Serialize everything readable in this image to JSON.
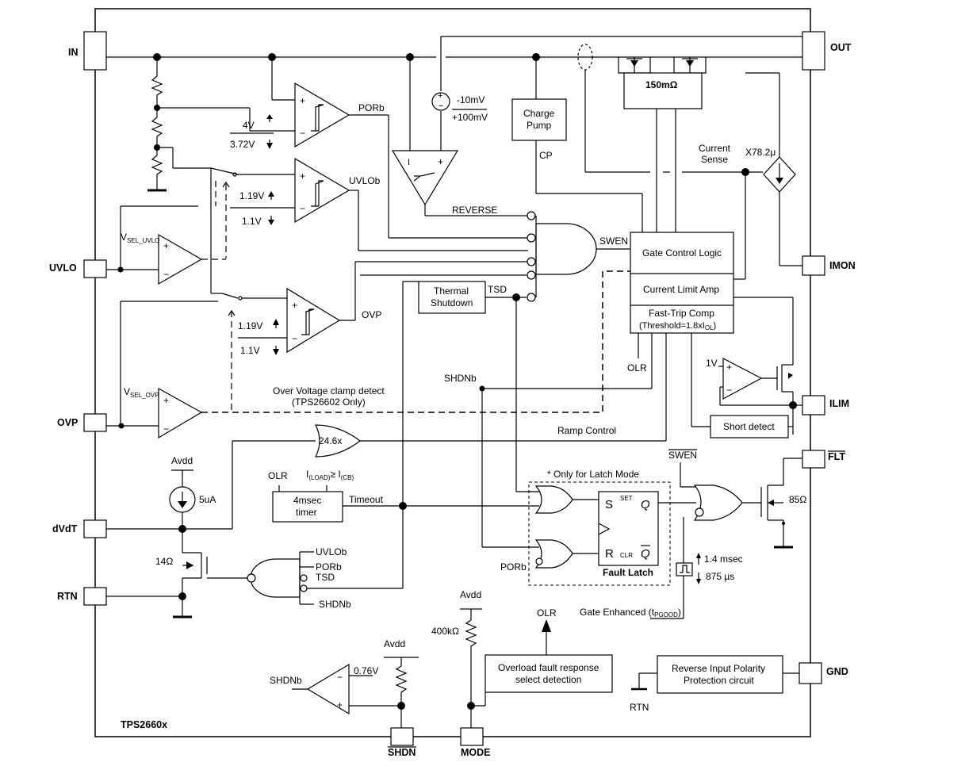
{
  "chip_name": "TPS2660x",
  "pins": {
    "in": "IN",
    "out": "OUT",
    "uvlo": "UVLO",
    "ovp": "OVP",
    "dvdt": "dVdT",
    "rtn": "RTN",
    "imon": "IMON",
    "ilim": "ILIM",
    "flt": "FLT",
    "gnd": "GND",
    "shdn": "SHDN",
    "mode": "MODE"
  },
  "labels": {
    "porb": "PORb",
    "uvlob": "UVLOb",
    "reverse": "REVERSE",
    "swen": "SWEN",
    "swen_bar": "SWEN",
    "mosfet": "150mΩ",
    "charge_pump_1": "Charge",
    "charge_pump_2": "Pump",
    "cp": "CP",
    "current_sense_1": "Current",
    "current_sense_2": "Sense",
    "imon_gain": "X78.2μ",
    "rev_v1": "-10mV",
    "rev_v2": "+100mV",
    "por_v1": "4V",
    "por_v2": "3.72V",
    "uvlo_v1": "1.19V",
    "uvlo_v2": "1.1V",
    "ovp_v1": "1.19V",
    "ovp_v2": "1.1V",
    "vsel": "V",
    "vsel_uvlo_sub": "SEL_UVLO",
    "vsel_ovp_sub": "SEL_OVP",
    "gate_control": "Gate Control Logic",
    "current_limit": "Current Limit Amp",
    "fast_trip": "Fast-Trip Comp",
    "threshold_a": "(Threshold=1.8xI",
    "threshold_sub": "OL",
    "threshold_b": ")",
    "thermal_1": "Thermal",
    "thermal_2": "Shutdown",
    "tsd": "TSD",
    "ovp_out": "OVP",
    "olr": "OLR",
    "shdnb": "SHDNb",
    "ov_clamp_1": "Over Voltage clamp detect",
    "ov_clamp_2": "(TPS26602 Only)",
    "ramp_gain": "24.6x",
    "ramp_control": "Ramp Control",
    "avdd": "Avdd",
    "current_src": "5uA",
    "timer_1": "4msec",
    "timer_2": "timer",
    "timeout": "Timeout",
    "i_load": "I",
    "i_load_sub": "(LOAD)",
    "geq": "≥ I",
    "i_cb_sub": "(CB)",
    "latch_note": "* Only for Latch Mode",
    "fault_latch": "Fault Latch",
    "latch_s": "S",
    "latch_set": "SET",
    "latch_q": "Q",
    "latch_r": "R",
    "latch_clr": "CLR",
    "latch_qbar": "Q",
    "porb2": "PORb",
    "r14": "14Ω",
    "r85": "85Ω",
    "one_v": "1V",
    "short_detect": "Short detect",
    "t1": "1.4 msec",
    "t2": "875 µs",
    "gate_enh": "Gate Enhanced (t",
    "gate_enh_sub": "PGOOD",
    "gate_enh_end": ")",
    "r400": "400kΩ",
    "olr_up": "OLR",
    "overload_1": "Overload fault response",
    "overload_2": "select detection",
    "v076": "0.76V",
    "rev_polarity_1": "Reverse Input Polarity",
    "rev_polarity_2": "Protection circuit",
    "rtn_gnd": "RTN"
  }
}
